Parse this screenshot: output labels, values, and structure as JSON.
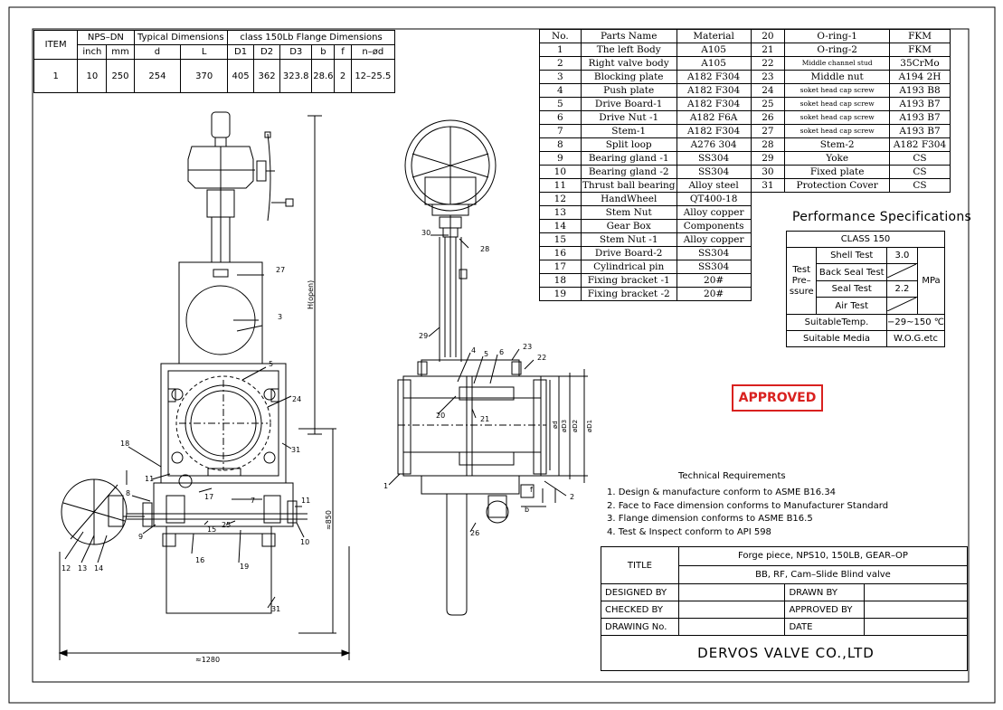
{
  "dim_table": {
    "headers": {
      "item": "ITEM",
      "nps": "NPS–DN",
      "typical": "Typical Dimensions",
      "flange": "class 150Lb Flange Dimensions"
    },
    "subheaders": [
      "inch",
      "mm",
      "d",
      "L",
      "D1",
      "D2",
      "D3",
      "b",
      "f",
      "n–ød"
    ],
    "row": [
      "1",
      "10",
      "250",
      "254",
      "370",
      "405",
      "362",
      "323.8",
      "28.6",
      "2",
      "12–25.5"
    ]
  },
  "parts": {
    "headers": {
      "no": "No.",
      "name": "Parts Name",
      "material": "Material"
    },
    "rows": [
      {
        "no": "1",
        "name": "The left Body",
        "mat": "A105",
        "no2": "20",
        "name2": "O-ring-1",
        "mat2": "FKM"
      },
      {
        "no": "2",
        "name": "Right valve body",
        "mat": "A105",
        "no2": "21",
        "name2": "O-ring-2",
        "mat2": "FKM"
      },
      {
        "no": "3",
        "name": "Blocking plate",
        "mat": "A182 F304",
        "no2": "22",
        "name2": "Middle channel stud",
        "mat2": "35CrMo"
      },
      {
        "no": "4",
        "name": "Push plate",
        "mat": "A182 F304",
        "no2": "23",
        "name2": "Middle nut",
        "mat2": "A194 2H"
      },
      {
        "no": "5",
        "name": "Drive Board-1",
        "mat": "A182 F304",
        "no2": "24",
        "name2": "soket head cap screw",
        "mat2": "A193 B8"
      },
      {
        "no": "6",
        "name": "Drive Nut -1",
        "mat": "A182 F6A",
        "no2": "25",
        "name2": "soket head cap screw",
        "mat2": "A193 B7"
      },
      {
        "no": "7",
        "name": "Stem-1",
        "mat": "A182 F304",
        "no2": "26",
        "name2": "soket head cap screw",
        "mat2": "A193 B7"
      },
      {
        "no": "8",
        "name": "Split loop",
        "mat": "A276 304",
        "no2": "27",
        "name2": "soket head cap screw",
        "mat2": "A193 B7"
      },
      {
        "no": "9",
        "name": "Bearing gland -1",
        "mat": "SS304",
        "no2": "28",
        "name2": "Stem-2",
        "mat2": "A182 F304"
      },
      {
        "no": "10",
        "name": "Bearing gland -2",
        "mat": "SS304",
        "no2": "29",
        "name2": "Yoke",
        "mat2": "CS"
      },
      {
        "no": "11",
        "name": "Thrust ball bearing",
        "mat": "Alloy steel",
        "no2": "30",
        "name2": "Fixed plate",
        "mat2": "CS"
      },
      {
        "no": "12",
        "name": "HandWheel",
        "mat": "QT400-18",
        "no2": "31",
        "name2": "Protection Cover",
        "mat2": "CS"
      },
      {
        "no": "13",
        "name": "Stem Nut",
        "mat": "Alloy copper"
      },
      {
        "no": "14",
        "name": "Gear Box",
        "mat": "Components"
      },
      {
        "no": "15",
        "name": "Stem Nut -1",
        "mat": "Alloy copper"
      },
      {
        "no": "16",
        "name": "Drive Board-2",
        "mat": "SS304"
      },
      {
        "no": "17",
        "name": "Cylindrical pin",
        "mat": "SS304"
      },
      {
        "no": "18",
        "name": "Fixing bracket -1",
        "mat": "20#"
      },
      {
        "no": "19",
        "name": "Fixing bracket -2",
        "mat": "20#"
      }
    ]
  },
  "performance": {
    "title": "Performance Specifications",
    "class": "CLASS 150",
    "test_pressure": "Test Pre– ssure",
    "shell_test": "Shell Test",
    "shell_value": "3.0",
    "back_seal_test": "Back Seal Test",
    "seal_test": "Seal Test",
    "seal_value": "2.2",
    "air_test": "Air Test",
    "unit": "MPa",
    "suitable_temp_label": "SuitableTemp.",
    "suitable_temp": "−29~150 ℃",
    "suitable_media_label": "Suitable Media",
    "suitable_media": "W.O.G.etc"
  },
  "stamp": "APPROVED",
  "technical": {
    "title": "Technical Requirements",
    "items": [
      "1. Design & manufacture conform to ASME B16.34",
      "2. Face to Face dimension conforms to Manufacturer Standard",
      "3. Flange dimension conforms to ASME B16.5",
      "4. Test & Inspect conform to API 598"
    ]
  },
  "title_block": {
    "title_label": "TITLE",
    "title_line1": "Forge piece, NPS10, 150LB, GEAR–OP",
    "title_line2": "BB, RF, Cam–Slide Blind valve",
    "designed_by": "DESIGNED BY",
    "drawn_by": "DRAWN BY",
    "checked_by": "CHECKED  BY",
    "approved_by": "APPROVED BY",
    "drawing_no": "DRAWING No.",
    "date": "DATE",
    "company": "DERVOS VALVE CO.,LTD"
  },
  "drawing": {
    "h_open": "H(open)",
    "width_dim": "≈1280",
    "height_dim": "≈850",
    "dim_d": "ød",
    "dim_d3": "øD3",
    "dim_d1": "øD1",
    "dim_d2": "øD2",
    "dim_b": "b",
    "dim_f": "f",
    "front_labels": [
      "27",
      "3",
      "5",
      "24",
      "31",
      "18",
      "11",
      "8",
      "17",
      "7",
      "25",
      "15",
      "9",
      "16",
      "19",
      "11",
      "10",
      "12",
      "13",
      "14",
      "31"
    ],
    "side_labels": [
      "30",
      "28",
      "29",
      "4",
      "5",
      "6",
      "23",
      "22",
      "20",
      "21",
      "1",
      "2",
      "26"
    ]
  }
}
